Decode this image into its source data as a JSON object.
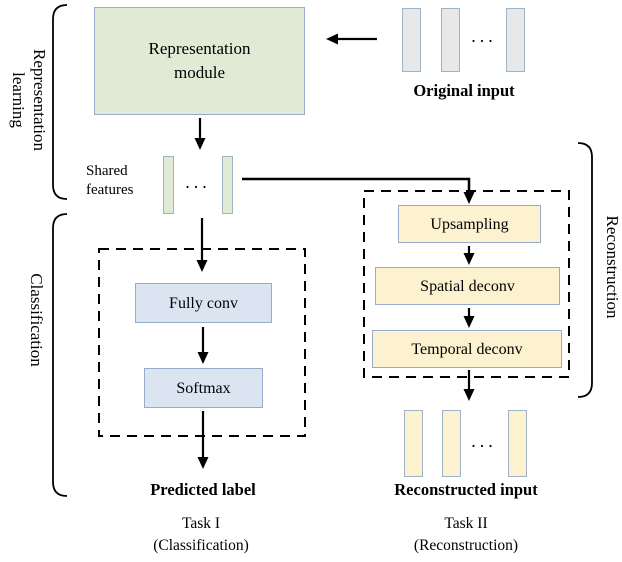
{
  "side_labels": {
    "representation_learning": "Representation learning",
    "classification": "Classification",
    "reconstruction": "Reconstruction"
  },
  "nodes": {
    "representation_module": "Representation module",
    "shared_features": "Shared features",
    "fully_conv": "Fully conv",
    "softmax": "Softmax",
    "upsampling": "Upsampling",
    "spatial_deconv": "Spatial deconv",
    "temporal_deconv": "Temporal deconv"
  },
  "io": {
    "original_input": "Original input",
    "predicted_label": "Predicted label",
    "reconstructed_input": "Reconstructed input"
  },
  "tasks": {
    "task1": {
      "title": "Task I",
      "subtitle": "(Classification)"
    },
    "task2": {
      "title": "Task II",
      "subtitle": "(Reconstruction)"
    }
  },
  "ellipsis": "...",
  "colors": {
    "green_fill": "#e0ebd6",
    "yellow_fill": "#fdf2d0",
    "blue_fill": "#dbe5f2",
    "gray_fill": "#e7e8ea",
    "node_border": "#97accc",
    "bar_border": "#9fb3c8",
    "line": "#000000"
  }
}
